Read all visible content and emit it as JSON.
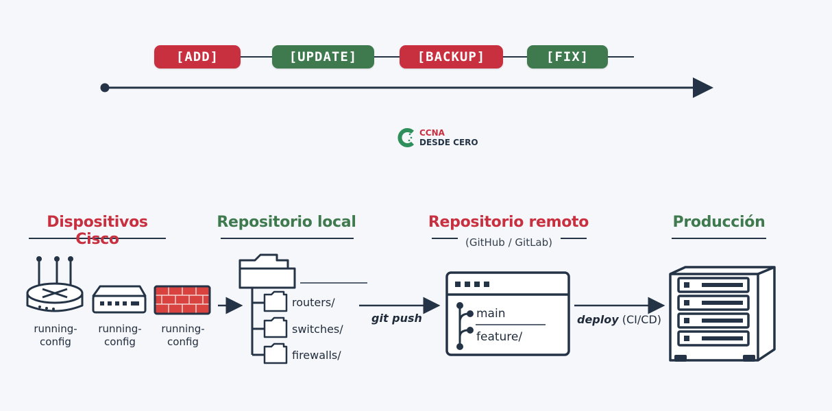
{
  "colors": {
    "red": "#c9303f",
    "green": "#3f7a4f",
    "ink": "#243446",
    "brick": "#d9433f",
    "logo_green": "#2f8f5a"
  },
  "timeline": {
    "tags": [
      {
        "label": "[ADD]",
        "color": "red"
      },
      {
        "label": "[UPDATE]",
        "color": "green"
      },
      {
        "label": "[BACKUP]",
        "color": "red"
      },
      {
        "label": "[FIX]",
        "color": "green"
      }
    ]
  },
  "logo": {
    "line1": "CCNA",
    "line2": "DESDE CERO",
    "icon": "ccna-c-icon"
  },
  "stages": {
    "devices": {
      "title": "Dispositivos Cisco",
      "color": "red",
      "items": [
        {
          "icon": "router-icon",
          "label": "running-\nconfig"
        },
        {
          "icon": "switch-icon",
          "label": "running-\nconfig"
        },
        {
          "icon": "firewall-icon",
          "label": "running-\nconfig"
        }
      ]
    },
    "local_repo": {
      "title": "Repositorio local",
      "color": "green",
      "folders": [
        "routers/",
        "switches/",
        "firewalls/"
      ]
    },
    "remote_repo": {
      "title": "Repositorio remoto",
      "subtitle": "(GitHub / GitLab)",
      "color": "red",
      "branches": [
        "main",
        "feature/"
      ]
    },
    "production": {
      "title": "Producción",
      "color": "green",
      "icon": "server-rack-icon"
    }
  },
  "arrows": {
    "git_push": {
      "em": "git push",
      "rest": ""
    },
    "deploy": {
      "em": "deploy",
      "rest": " (CI/CD)"
    }
  }
}
